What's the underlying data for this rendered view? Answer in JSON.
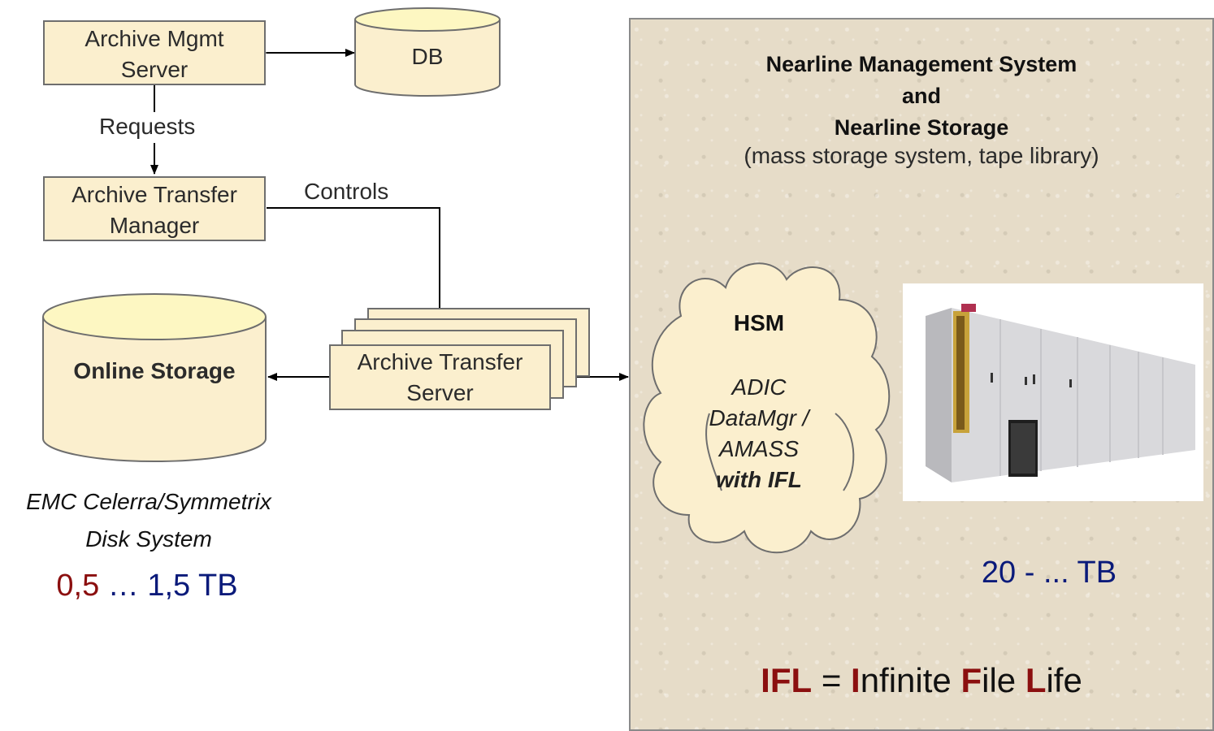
{
  "archive_mgmt_server": {
    "line1": "Archive Mgmt",
    "line2": "Server"
  },
  "db": {
    "label": "DB"
  },
  "requests_label": "Requests",
  "archive_transfer_manager": {
    "line1": "Archive Transfer",
    "line2": "Manager"
  },
  "controls_label": "Controls",
  "online_storage": {
    "label": "Online Storage"
  },
  "archive_transfer_server": {
    "line1": "Archive Transfer",
    "line2": "Server"
  },
  "disk_system": {
    "line1": "EMC Celerra/Symmetrix",
    "line2": "Disk System",
    "cap_min": "0,5",
    "ellipsis": " … ",
    "cap_max": "1,5 TB"
  },
  "nearline": {
    "title1": "Nearline Management System",
    "title2": "and",
    "title3": "Nearline Storage",
    "subtitle": "(mass storage system, tape library)",
    "capacity": "20 - ... TB"
  },
  "hsm": {
    "title": "HSM",
    "line1": "ADIC",
    "line2": "DataMgr /",
    "line3": "AMASS",
    "line4": "with IFL"
  },
  "ifl_legend": {
    "abbr": "IFL",
    "eq": " = ",
    "I": "I",
    "rest1": "nfinite ",
    "F": "F",
    "rest2": "ile ",
    "L": "L",
    "rest3": "ife"
  },
  "colors": {
    "dark_red": "#8b0f0f",
    "navy": "#0a1a7a",
    "box_fill": "#fbefce"
  }
}
